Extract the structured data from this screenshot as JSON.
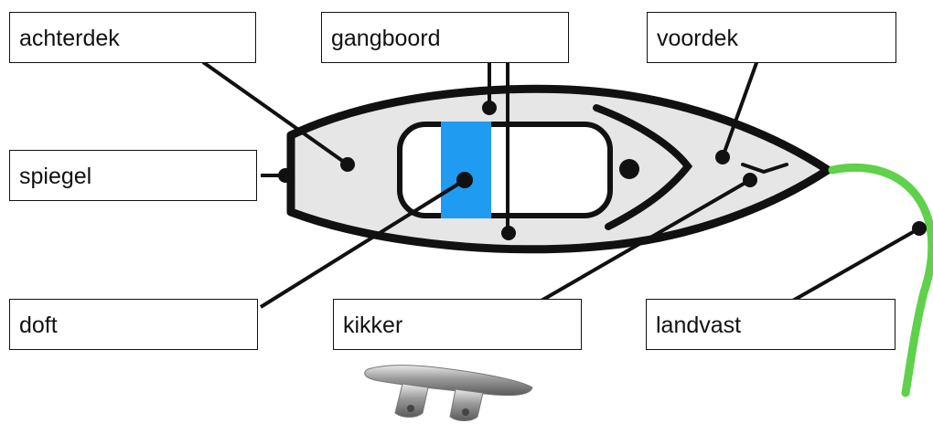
{
  "labels": {
    "achterdek": "achterdek",
    "gangboord": "gangboord",
    "voordek": "voordek",
    "spiegel": "spiegel",
    "doft": "doft",
    "kikker": "kikker",
    "landvast": "landvast"
  },
  "colors": {
    "hull_fill": "#e6e6e6",
    "outline": "#111111",
    "doft": "#1f9bf2",
    "rope": "#5fd14a"
  },
  "icons": {
    "cleat": "cleat-photo-icon"
  }
}
